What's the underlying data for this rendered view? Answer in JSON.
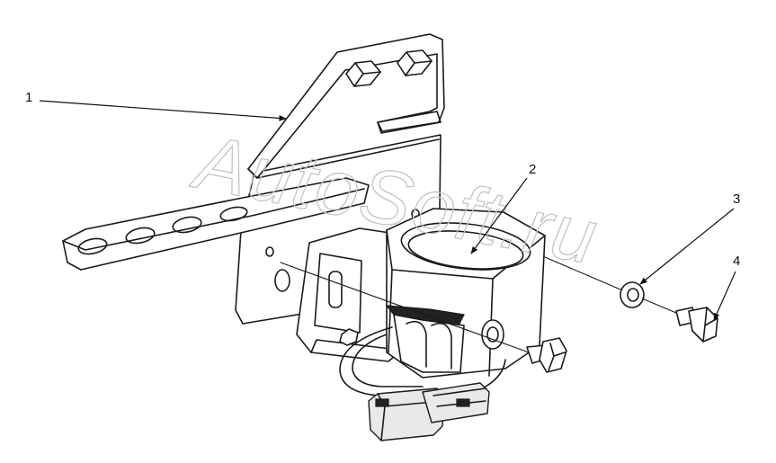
{
  "watermark": "AutoSoft.ru",
  "callouts": [
    {
      "id": "1",
      "label": "1"
    },
    {
      "id": "2",
      "label": "2"
    },
    {
      "id": "3",
      "label": "3"
    },
    {
      "id": "4",
      "label": "4"
    }
  ]
}
